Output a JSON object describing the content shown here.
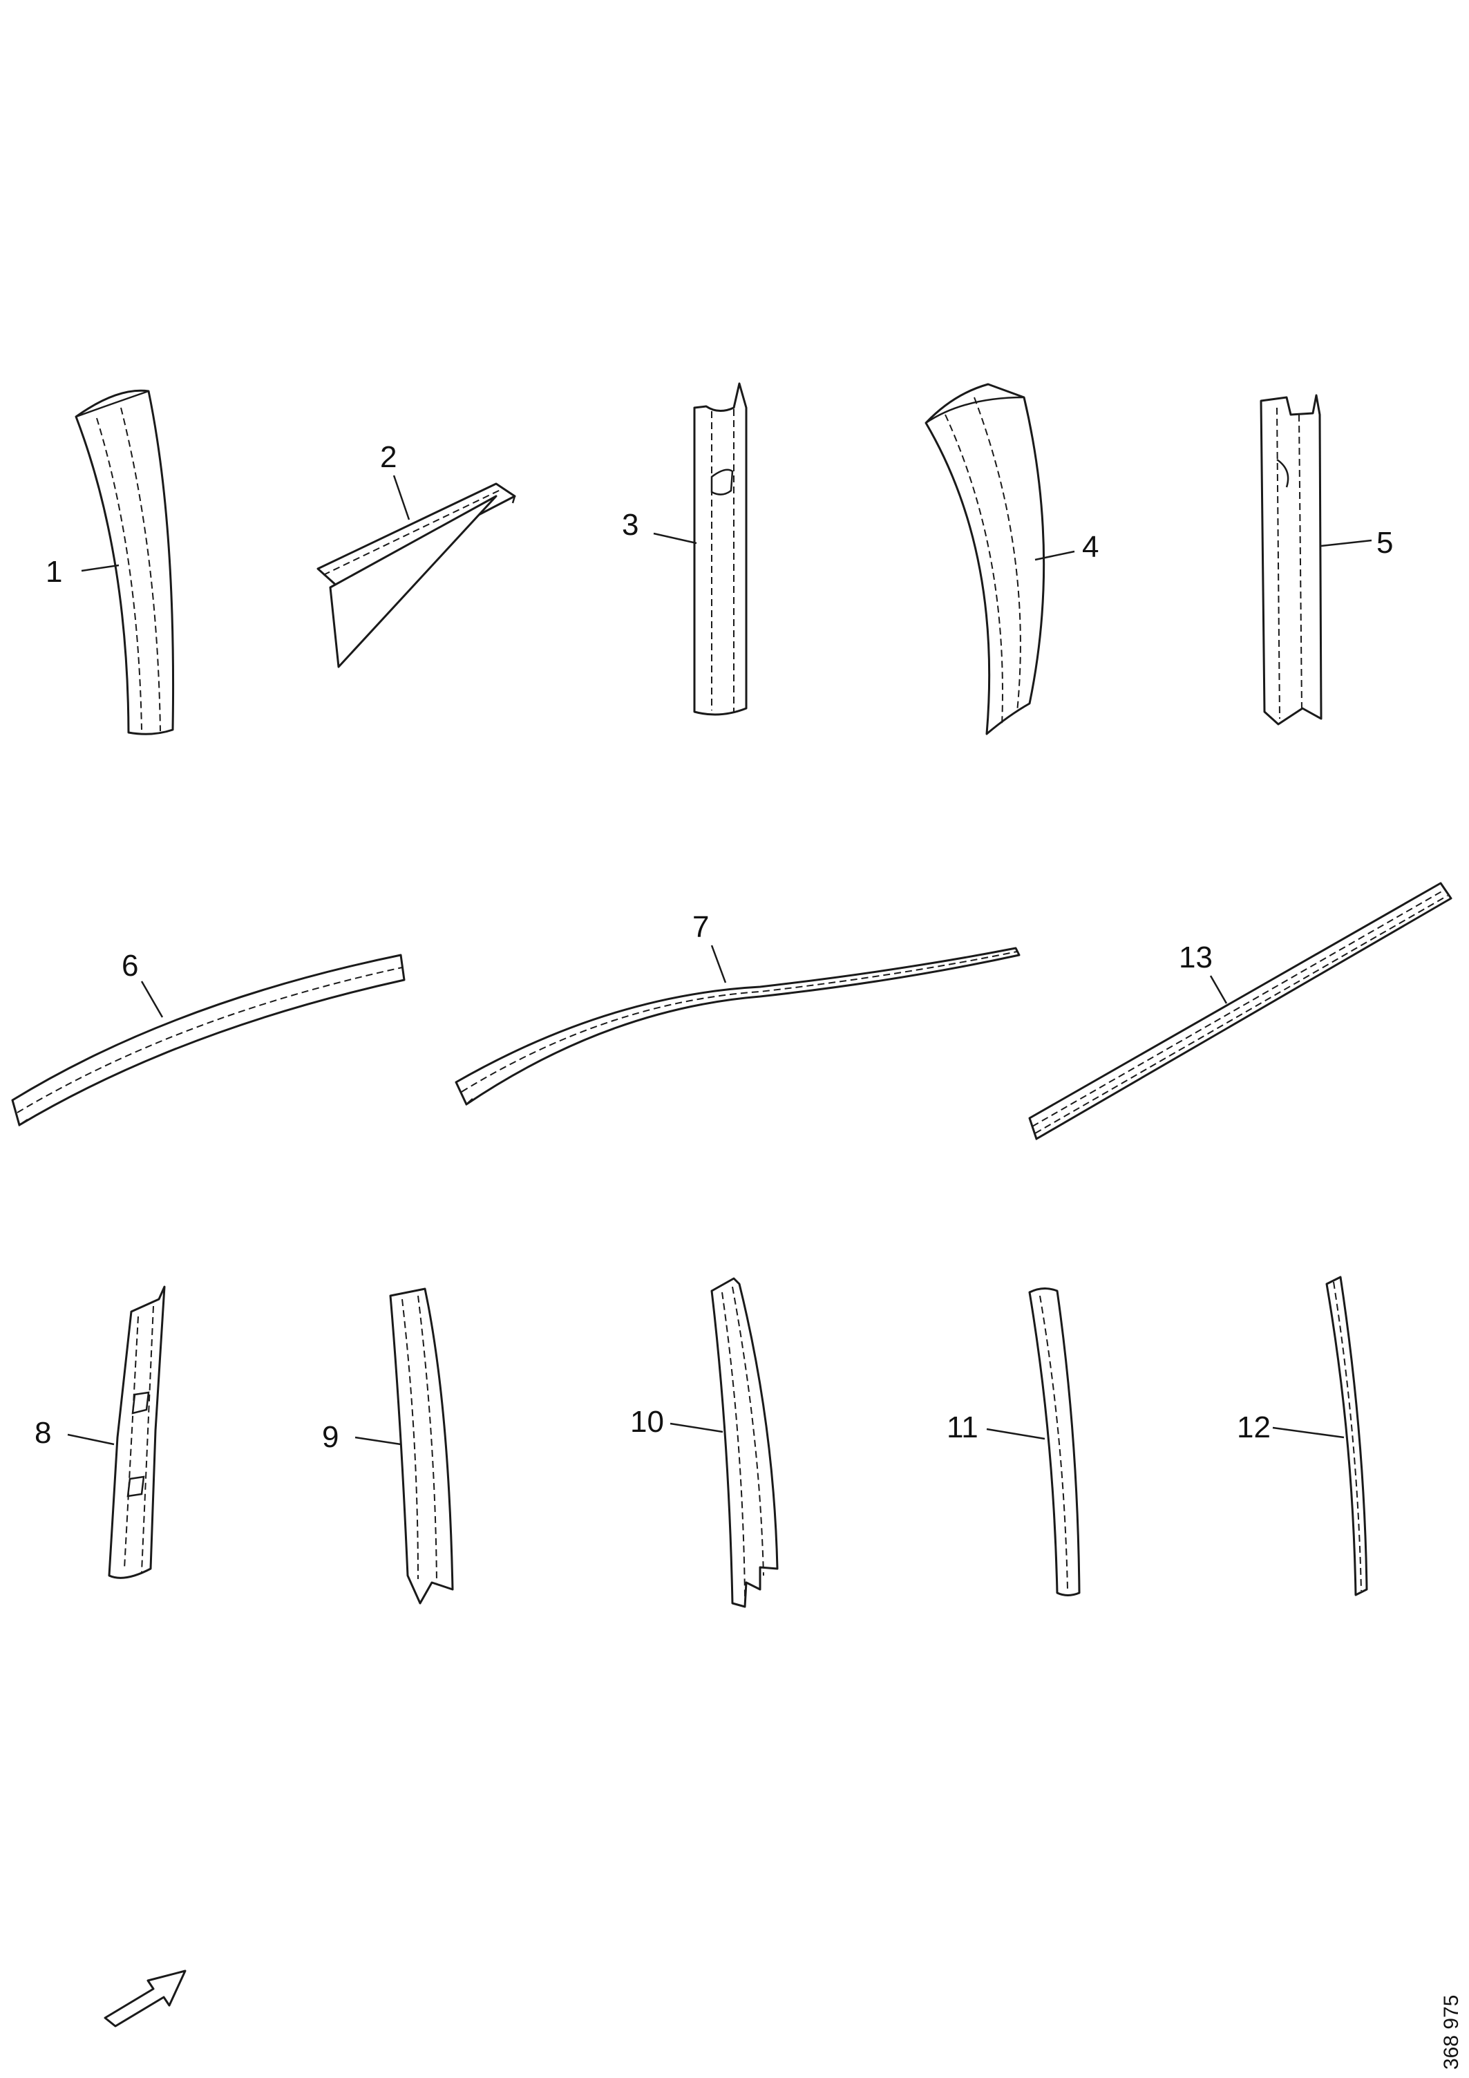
{
  "parts": [
    {
      "id": "part-1",
      "label": "1"
    },
    {
      "id": "part-2",
      "label": "2"
    },
    {
      "id": "part-3",
      "label": "3"
    },
    {
      "id": "part-4",
      "label": "4"
    },
    {
      "id": "part-5",
      "label": "5"
    },
    {
      "id": "part-6",
      "label": "6"
    },
    {
      "id": "part-7",
      "label": "7"
    },
    {
      "id": "part-8",
      "label": "8"
    },
    {
      "id": "part-9",
      "label": "9"
    },
    {
      "id": "part-10",
      "label": "10"
    },
    {
      "id": "part-11",
      "label": "11"
    },
    {
      "id": "part-12",
      "label": "12"
    },
    {
      "id": "part-13",
      "label": "13"
    }
  ],
  "direction_arrow": {
    "icon": "direction-arrow-icon"
  },
  "reference_number": "368 975"
}
